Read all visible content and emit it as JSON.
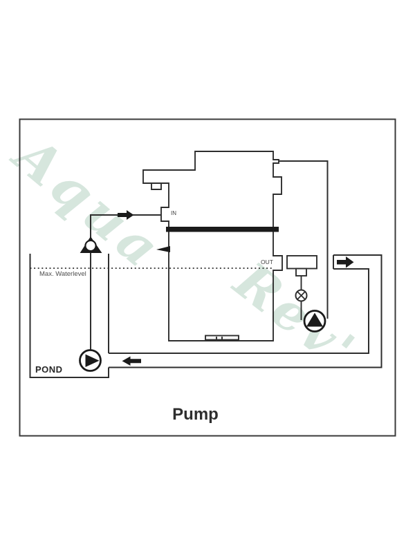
{
  "page": {
    "background": "#ffffff",
    "frame_border_color": "#3a3a3a"
  },
  "watermark": {
    "line1": "Aqua",
    "line2": "Rev'",
    "color": "#d6e6dd"
  },
  "diagram": {
    "caption": "Pump",
    "labels": {
      "inlet": "IN",
      "outlet": "OUT",
      "water_level": "Max. Waterlevel",
      "pond": "POND"
    },
    "colors": {
      "line": "#2e2e2e",
      "solid_fill": "#1b1b1b",
      "label": "#3f3f3f",
      "muted_label": "#4e4e4e"
    }
  }
}
